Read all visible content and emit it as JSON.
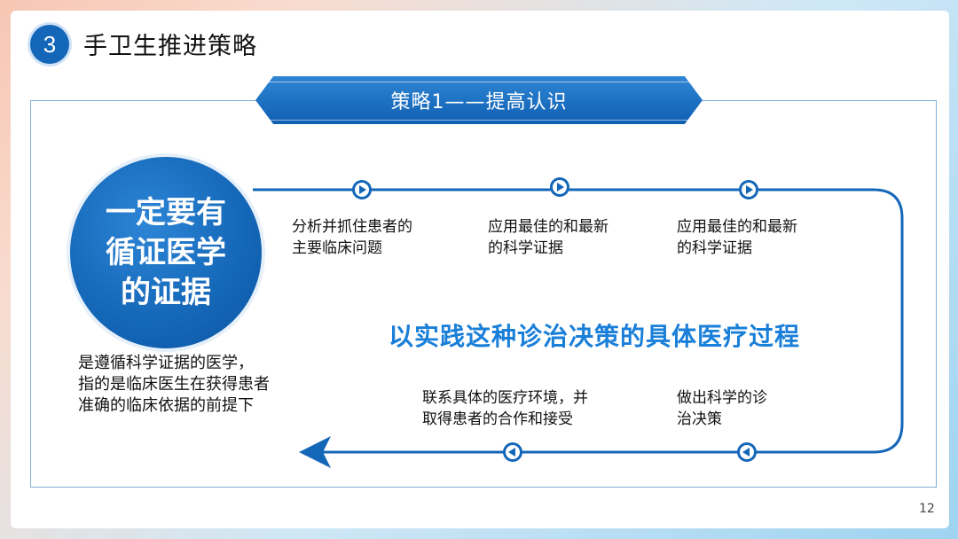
{
  "header": {
    "number": "3",
    "title": "手卫生推进策略"
  },
  "banner": {
    "label": "策略1——提高认识"
  },
  "circle": {
    "lines": [
      "一定要有",
      "循证医学",
      "的证据"
    ]
  },
  "definition": {
    "lines": [
      "是遵循科学证据的医学，",
      "指的是临床医生在获得患者",
      "准确的临床依据的前提下"
    ]
  },
  "steps": {
    "top": [
      {
        "lines": [
          "分析并抓住患者的",
          "主要临床问题"
        ]
      },
      {
        "lines": [
          "应用最佳的和最新",
          "的科学证据"
        ]
      },
      {
        "lines": [
          "应用最佳的和最新",
          "的科学证据"
        ]
      }
    ],
    "bottom": [
      {
        "lines": [
          "联系具体的医疗环境，并",
          "取得患者的合作和接受"
        ]
      },
      {
        "lines": [
          "做出科学的诊",
          "治决策"
        ]
      }
    ]
  },
  "center_statement": "以实践这种诊治决策的具体医疗过程",
  "page_number": "12",
  "colors": {
    "primary": "#1366b8",
    "accent_text": "#1a7fd9",
    "frame": "#7fb0dc"
  },
  "icons": [
    "play-right-icon",
    "play-left-icon"
  ]
}
